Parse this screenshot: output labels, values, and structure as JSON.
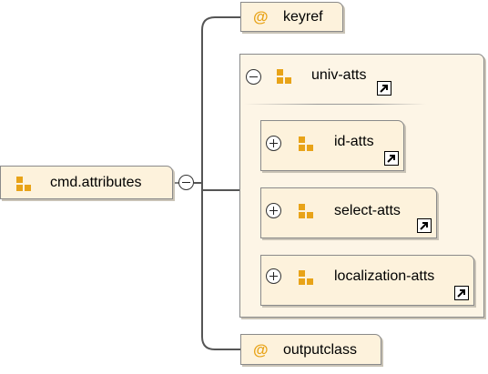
{
  "root": {
    "label": "cmd.attributes",
    "icon": "attribute-group-icon"
  },
  "children": {
    "keyref": {
      "symbol": "@",
      "label": "keyref"
    },
    "univ_atts": {
      "label": "univ-atts",
      "icon": "attribute-group-icon",
      "items": [
        {
          "label": "id-atts",
          "icon": "attribute-group-icon"
        },
        {
          "label": "select-atts",
          "icon": "attribute-group-icon"
        },
        {
          "label": "localization-atts",
          "icon": "attribute-group-icon"
        }
      ]
    },
    "outputclass": {
      "symbol": "@",
      "label": "outputclass"
    }
  },
  "colors": {
    "accent": "#e8a318",
    "node_fill": "#fdf2dc",
    "border": "#8a8a8a"
  }
}
